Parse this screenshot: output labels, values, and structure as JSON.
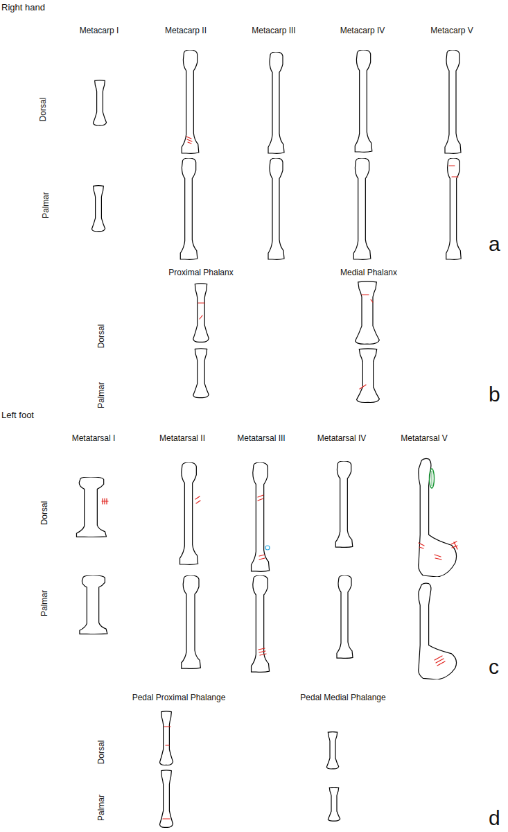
{
  "diagram": {
    "labels": [
      "Right hand",
      "Metacarp I",
      "Metacarp II",
      "Metacarp III",
      "Metacarp IV",
      "Metacarp V",
      "Dorsal",
      "Palmar",
      "a",
      "Proximal Phalanx",
      "Medial Phalanx",
      "Dorsal",
      "Palmar",
      "b",
      "Left foot",
      "Metatarsal I",
      "Metatarsal II",
      "Metatarsal III",
      "Metatarsal IV",
      "Metatarsal V",
      "Dorsal",
      "Palmar",
      "c",
      "Pedal Proximal Phalange",
      "Pedal Medial Phalange",
      "Dorsal",
      "Palmar",
      "d"
    ]
  }
}
